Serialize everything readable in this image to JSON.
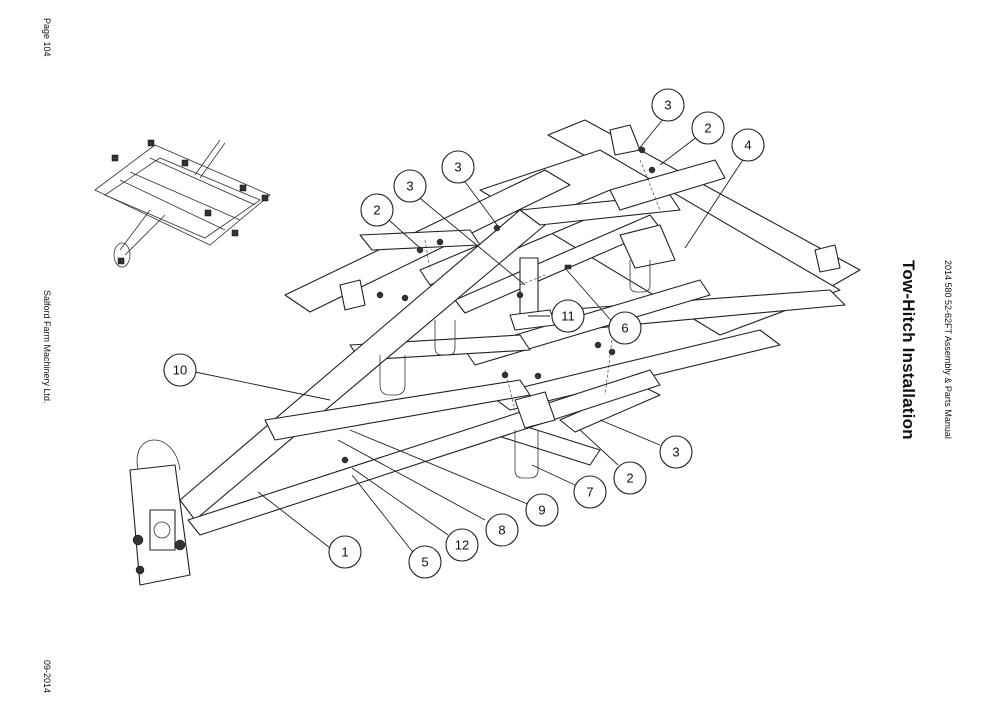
{
  "page": {
    "page_number": "Page 104",
    "company": "Salford Farm Machinery Ltd.",
    "date": "09-2014",
    "manual_title": "2014 580 52-62FT Assembly & Parts Manual",
    "section_title": "Tow-Hitch Installation"
  },
  "callouts": [
    {
      "id": "c1",
      "label": "1"
    },
    {
      "id": "c2a",
      "label": "2"
    },
    {
      "id": "c2b",
      "label": "2"
    },
    {
      "id": "c2c",
      "label": "2"
    },
    {
      "id": "c3a",
      "label": "3"
    },
    {
      "id": "c3b",
      "label": "3"
    },
    {
      "id": "c3c",
      "label": "3"
    },
    {
      "id": "c3d",
      "label": "3"
    },
    {
      "id": "c4",
      "label": "4"
    },
    {
      "id": "c5",
      "label": "5"
    },
    {
      "id": "c6",
      "label": "6"
    },
    {
      "id": "c7",
      "label": "7"
    },
    {
      "id": "c8",
      "label": "8"
    },
    {
      "id": "c9",
      "label": "9"
    },
    {
      "id": "c10",
      "label": "10"
    },
    {
      "id": "c11",
      "label": "11"
    },
    {
      "id": "c12",
      "label": "12"
    }
  ]
}
